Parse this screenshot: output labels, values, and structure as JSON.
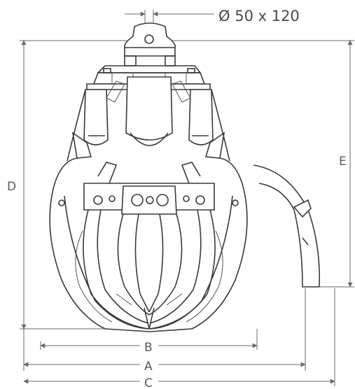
{
  "diagram": {
    "pin_spec": "Ø 50 x 120",
    "dimensions": {
      "a": "A",
      "b": "B",
      "c": "C",
      "d": "D",
      "e": "E"
    },
    "colors": {
      "line": "#3a3a3a",
      "dimension": "#6a6a6a",
      "label": "#5a5a5a",
      "background": "#ffffff"
    }
  }
}
